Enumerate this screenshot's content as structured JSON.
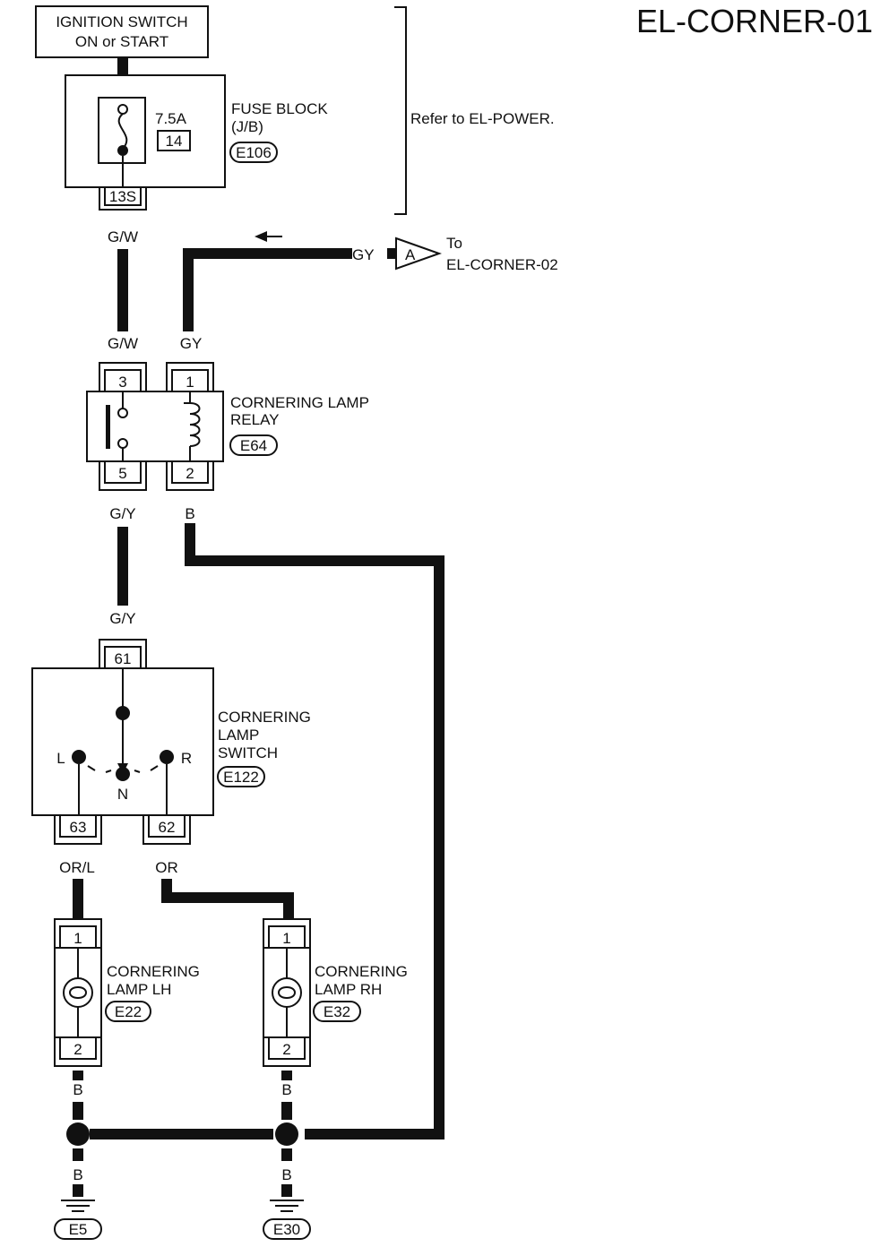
{
  "title": "EL-CORNER-01",
  "ignition": {
    "line1": "IGNITION SWITCH",
    "line2": "ON or START"
  },
  "fuse_block": {
    "rating": "7.5A",
    "fuse_no": "14",
    "label1": "FUSE BLOCK",
    "label2": "(J/B)",
    "connector": "E106",
    "terminal": "13S"
  },
  "refer_note": "Refer to EL-POWER.",
  "to_note": {
    "line1": "To",
    "line2": "EL-CORNER-02",
    "connector_letter": "A",
    "wire": "GY"
  },
  "wires": {
    "gw_top": "G/W",
    "gw_relay": "G/W",
    "gy_relay": "GY",
    "gy_out": "G/Y",
    "b_out": "B",
    "gy_in": "G/Y",
    "orl": "OR/L",
    "or": "OR",
    "b_lh": "B",
    "b_rh": "B",
    "b_gnd_lh": "B",
    "b_gnd_rh": "B"
  },
  "relay": {
    "label1": "CORNERING LAMP",
    "label2": "RELAY",
    "connector": "E64",
    "pins": {
      "p3": "3",
      "p1": "1",
      "p5": "5",
      "p2": "2"
    }
  },
  "switch": {
    "label1": "CORNERING",
    "label2": "LAMP",
    "label3": "SWITCH",
    "connector": "E122",
    "pin_in": "61",
    "pin_l": "63",
    "pin_r": "62",
    "pos_l": "L",
    "pos_r": "R",
    "pos_n": "N"
  },
  "lamp_lh": {
    "label1": "CORNERING",
    "label2": "LAMP LH",
    "connector": "E22",
    "pin_top": "1",
    "pin_bot": "2"
  },
  "lamp_rh": {
    "label1": "CORNERING",
    "label2": "LAMP RH",
    "connector": "E32",
    "pin_top": "1",
    "pin_bot": "2"
  },
  "grounds": {
    "left": "E5",
    "right": "E30"
  }
}
